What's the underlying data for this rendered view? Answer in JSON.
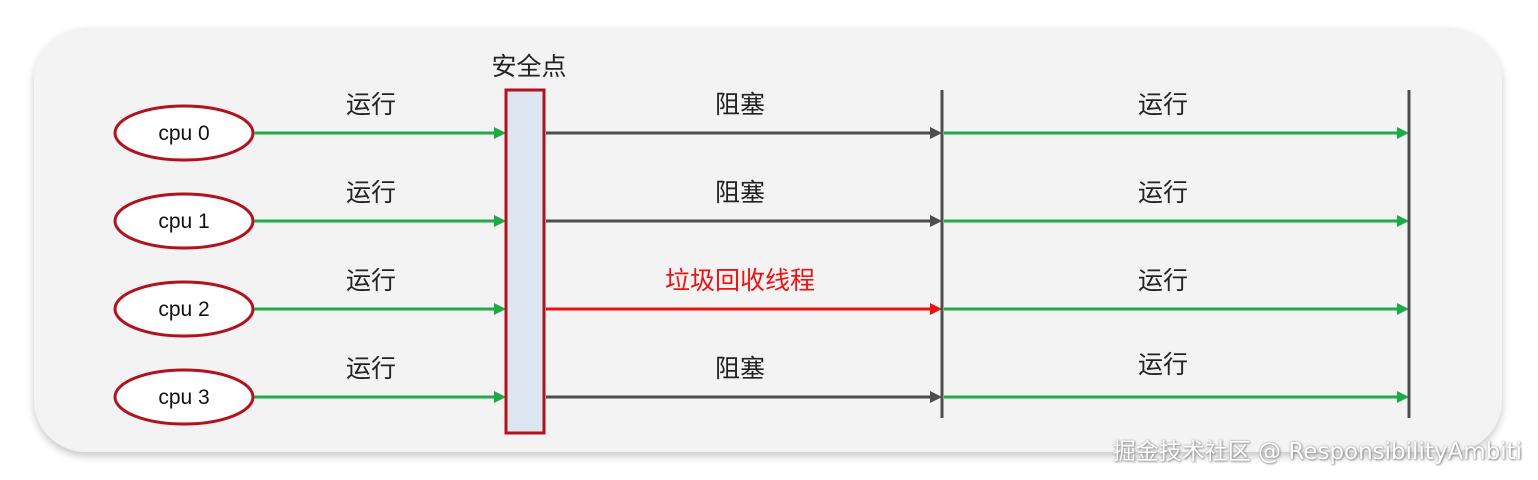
{
  "safepoint_label": "安全点",
  "rows": [
    {
      "cpu": "cpu 0",
      "seg1": "运行",
      "seg2": "阻塞",
      "seg2_kind": "blocked",
      "seg3": "运行"
    },
    {
      "cpu": "cpu 1",
      "seg1": "运行",
      "seg2": "阻塞",
      "seg2_kind": "blocked",
      "seg3": "运行"
    },
    {
      "cpu": "cpu 2",
      "seg1": "运行",
      "seg2": "垃圾回收线程",
      "seg2_kind": "gc",
      "seg3": "运行"
    },
    {
      "cpu": "cpu 3",
      "seg1": "运行",
      "seg2": "阻塞",
      "seg2_kind": "blocked",
      "seg3": "运行"
    }
  ],
  "colors": {
    "running": "#1faa4a",
    "blocked": "#4d4d4d",
    "gc": "#ee1111",
    "ellipse_stroke": "#b3111b",
    "safepoint_fill": "#dce6f1",
    "safepoint_stroke": "#b3111b",
    "panel_fill": "#f3f3f3"
  },
  "watermark": "掘金技术社区 @ ResponsibilityAmbiti"
}
